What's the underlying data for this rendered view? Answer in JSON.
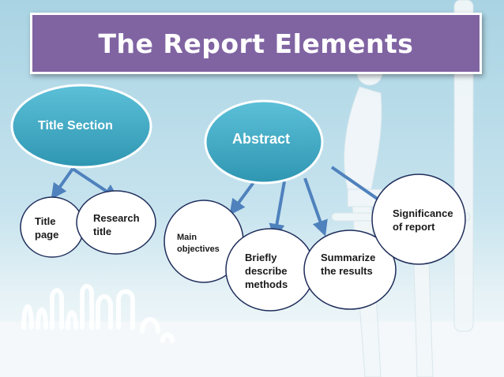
{
  "slide": {
    "title": "The Report Elements"
  },
  "diagram": {
    "hubs": [
      {
        "id": "title-section",
        "label": "Title Section"
      },
      {
        "id": "abstract",
        "label": "Abstract"
      }
    ],
    "leaves": [
      {
        "id": "title-page",
        "label": "Title\npage",
        "parent": "title-section"
      },
      {
        "id": "research-title",
        "label": "Research\ntitle",
        "parent": "title-section"
      },
      {
        "id": "main-objectives",
        "label": "Main\nobjectives",
        "parent": "abstract"
      },
      {
        "id": "briefly-describe-methods",
        "label": "Briefly\ndescribe\nmethods",
        "parent": "abstract"
      },
      {
        "id": "summarize-results",
        "label": "Summarize\nthe  results",
        "parent": "abstract"
      },
      {
        "id": "significance-of-report",
        "label": "Significance\nof report",
        "parent": "abstract"
      }
    ]
  },
  "colors": {
    "banner": "#8064a2",
    "hub_fill": "#4bacc6",
    "arrow": "#4f81bd",
    "leaf_stroke": "#1f2d5a"
  }
}
